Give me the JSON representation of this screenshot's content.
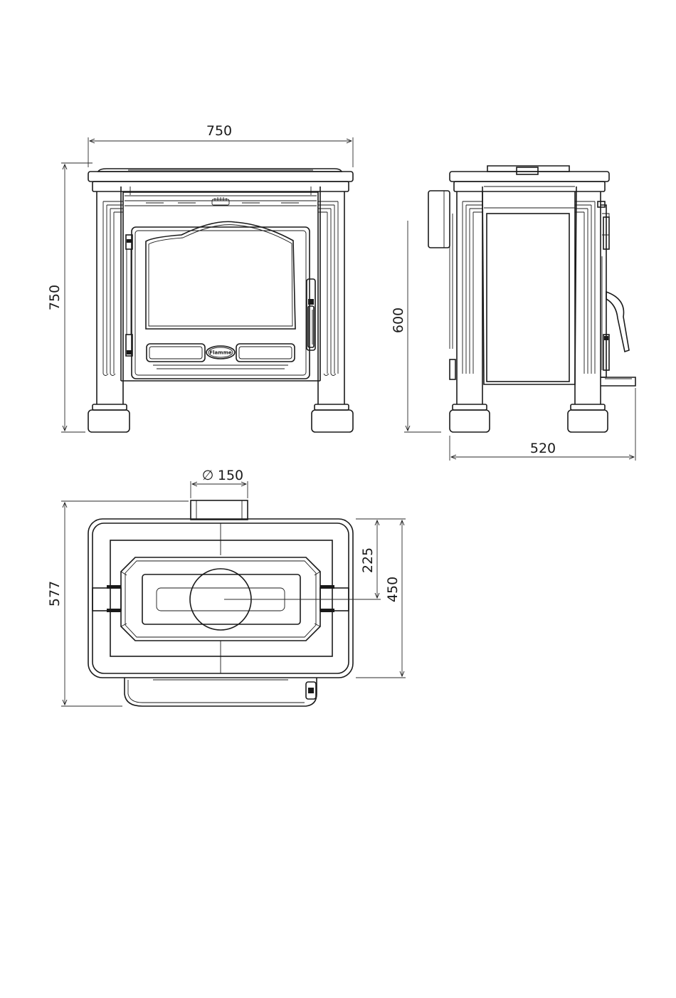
{
  "dimensions": {
    "front_width": "750",
    "front_height": "750",
    "side_height": "600",
    "side_depth": "520",
    "flue_diameter_symbol": "∅",
    "flue_diameter": "150",
    "top_depth": "577",
    "top_flue_offset": "225",
    "top_body_depth": "450"
  },
  "logo": {
    "text": "Flamme"
  },
  "colors": {
    "line": "#1a1a1a",
    "background": "#ffffff"
  }
}
